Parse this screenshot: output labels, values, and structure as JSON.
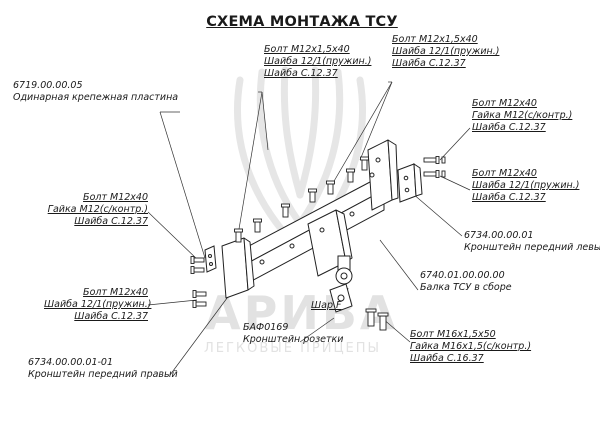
{
  "title": "СХЕМА МОНТАЖА ТСУ",
  "watermark": {
    "brand": "АРИВА",
    "slogan": "ЛЕГКОВЫЕ ПРИЦЕПЫ"
  },
  "callouts": {
    "bolts_top_left": [
      "Болт М12х1,5х40",
      "Шайба 12/1(пружин.)",
      "Шайба С.12.37"
    ],
    "bolts_top_right": [
      "Болт М12х1,5х40",
      "Шайба 12/1(пружин.)",
      "Шайба С.12.37"
    ],
    "bolts_right_upper": [
      "Болт М12х40",
      "Гайка М12(с/контр.)",
      "Шайба С.12.37"
    ],
    "bolts_right_lower": [
      "Болт М12х40",
      "Шайба 12/1(пружин.)",
      "Шайба С.12.37"
    ],
    "plate": [
      "6719.00.00.05",
      "Одинарная крепежная пластина"
    ],
    "bolts_left_upper": [
      "Болт М12х40",
      "Гайка М12(с/контр.)",
      "Шайба С.12.37"
    ],
    "bolts_left_lower": [
      "Болт М12х40",
      "Шайба 12/1(пружин.)",
      "Шайба С.12.37"
    ],
    "bracket_left": [
      "6734.00.00.01",
      "Кронштейн передний левый"
    ],
    "beam": [
      "6740.01.00.00.00",
      "Балка ТСУ в сборе"
    ],
    "ball": [
      "Шар F"
    ],
    "socket": [
      "БАФ0169",
      "Кронштейн розетки"
    ],
    "bracket_right": [
      "6734.00.00.01-01",
      "Кронштейн передний правый"
    ],
    "bolts_bottom": [
      "Болт М16х1,5х50",
      "Гайка М16х1,5(с/контр.)",
      "Шайба С.16.37"
    ]
  }
}
